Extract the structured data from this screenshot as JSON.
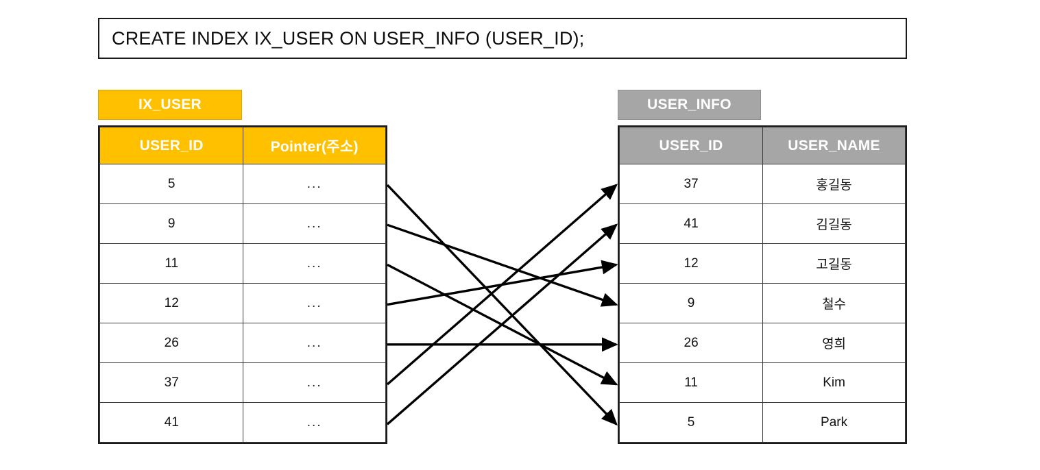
{
  "sql": {
    "statement": "CREATE INDEX IX_USER ON USER_INFO (USER_ID);"
  },
  "index_table": {
    "tab_label": "IX_USER",
    "accent_color": "#FFC000",
    "columns": [
      "USER_ID",
      "Pointer(주소)"
    ],
    "rows": [
      {
        "user_id": "5",
        "pointer": "..."
      },
      {
        "user_id": "9",
        "pointer": "..."
      },
      {
        "user_id": "11",
        "pointer": "..."
      },
      {
        "user_id": "12",
        "pointer": "..."
      },
      {
        "user_id": "26",
        "pointer": "..."
      },
      {
        "user_id": "37",
        "pointer": "..."
      },
      {
        "user_id": "41",
        "pointer": "..."
      }
    ]
  },
  "heap_table": {
    "tab_label": "USER_INFO",
    "accent_color": "#A6A6A6",
    "columns": [
      "USER_ID",
      "USER_NAME"
    ],
    "rows": [
      {
        "user_id": "37",
        "user_name": "홍길동"
      },
      {
        "user_id": "41",
        "user_name": "김길동"
      },
      {
        "user_id": "12",
        "user_name": "고길동"
      },
      {
        "user_id": "9",
        "user_name": "철수"
      },
      {
        "user_id": "26",
        "user_name": "영희"
      },
      {
        "user_id": "11",
        "user_name": "Kim"
      },
      {
        "user_id": "5",
        "user_name": "Park"
      }
    ]
  },
  "pointer_arrows": {
    "color": "#000000",
    "links": [
      {
        "from_index_row": 0,
        "from_user_id": "5",
        "to_heap_row": 6
      },
      {
        "from_index_row": 1,
        "from_user_id": "9",
        "to_heap_row": 3
      },
      {
        "from_index_row": 2,
        "from_user_id": "11",
        "to_heap_row": 5
      },
      {
        "from_index_row": 3,
        "from_user_id": "12",
        "to_heap_row": 2
      },
      {
        "from_index_row": 4,
        "from_user_id": "26",
        "to_heap_row": 4
      },
      {
        "from_index_row": 5,
        "from_user_id": "37",
        "to_heap_row": 0
      },
      {
        "from_index_row": 6,
        "from_user_id": "41",
        "to_heap_row": 1
      }
    ]
  }
}
